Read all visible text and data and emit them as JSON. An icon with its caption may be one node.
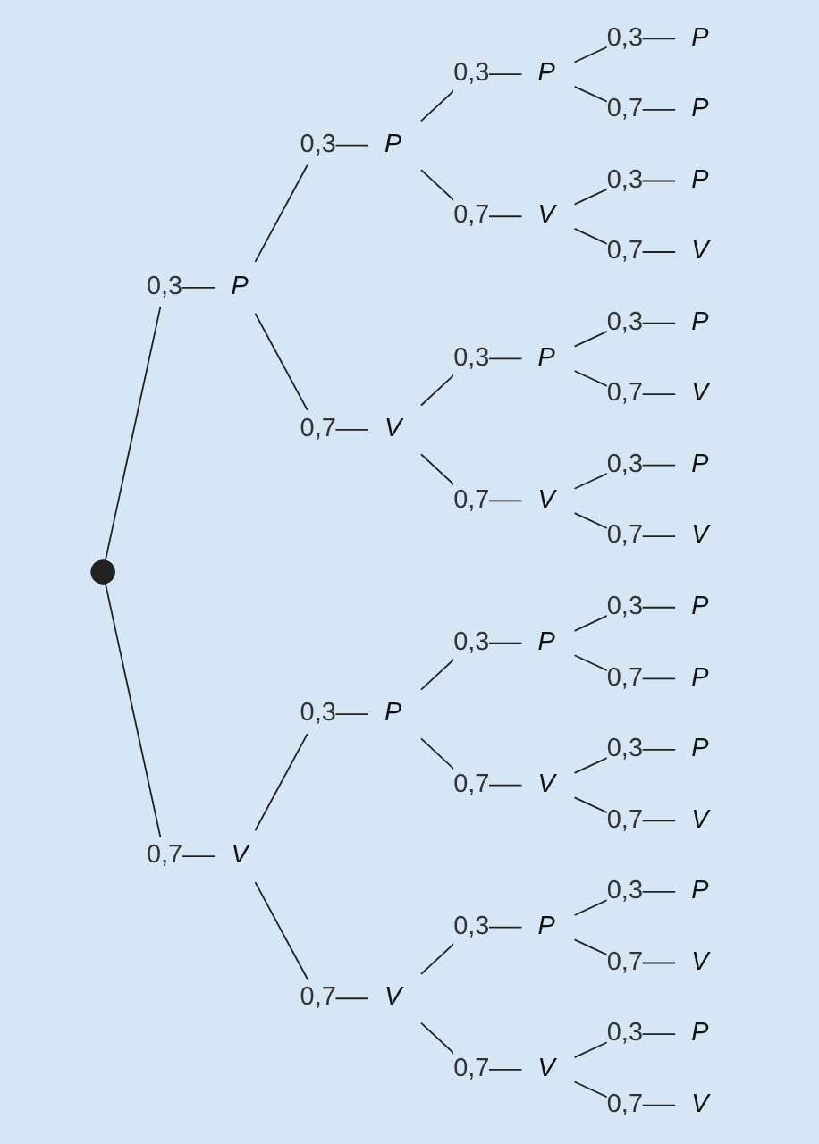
{
  "diagram": {
    "nodes": [
      {
        "text": [],
        "shape": "point"
      },
      {
        "text": [
          "P"
        ]
      },
      {
        "text": [
          "P"
        ]
      },
      {
        "text": [
          "P"
        ]
      },
      {
        "text": [
          "P"
        ]
      },
      {
        "text": [
          "P"
        ]
      },
      {
        "text": [
          "V"
        ]
      },
      {
        "text": [
          "P"
        ]
      },
      {
        "text": [
          "V"
        ]
      },
      {
        "text": [
          "V"
        ]
      },
      {
        "text": [
          "P"
        ]
      },
      {
        "text": [
          "P"
        ]
      },
      {
        "text": [
          "V"
        ]
      },
      {
        "text": [
          "V"
        ]
      },
      {
        "text": [
          "P"
        ]
      },
      {
        "text": [
          "V"
        ]
      },
      {
        "text": [
          "V"
        ]
      },
      {
        "text": [
          "P"
        ]
      },
      {
        "text": [
          "P"
        ]
      },
      {
        "text": [
          "P"
        ]
      },
      {
        "text": [
          "P"
        ]
      },
      {
        "text": [
          "V"
        ]
      },
      {
        "text": [
          "P"
        ]
      },
      {
        "text": [
          "V"
        ]
      },
      {
        "text": [
          "V"
        ]
      },
      {
        "text": [
          "P"
        ]
      },
      {
        "text": [
          "P"
        ]
      },
      {
        "text": [
          "V"
        ]
      },
      {
        "text": [
          "V"
        ]
      },
      {
        "text": [
          "P"
        ]
      },
      {
        "text": [
          "V"
        ]
      }
    ],
    "edges": [
      {
        "from": 0,
        "to": 1,
        "arrow": "none",
        "label": "0,3"
      },
      {
        "from": 0,
        "to": 16,
        "arrow": "none",
        "label": "0,7"
      },
      {
        "from": 1,
        "to": 2,
        "arrow": "none",
        "label": "0,3"
      },
      {
        "from": 1,
        "to": 9,
        "arrow": "none",
        "label": "0,7"
      },
      {
        "from": 2,
        "to": 3,
        "arrow": "none",
        "label": "0,3"
      },
      {
        "from": 2,
        "to": 6,
        "arrow": "none",
        "label": "0,7"
      },
      {
        "from": 3,
        "to": 4,
        "arrow": "none",
        "label": "0,3"
      },
      {
        "from": 3,
        "to": 5,
        "arrow": "none",
        "label": "0,7"
      },
      {
        "from": 6,
        "to": 7,
        "arrow": "none",
        "label": "0,3"
      },
      {
        "from": 6,
        "to": 8,
        "arrow": "none",
        "label": "0,7"
      },
      {
        "from": 9,
        "to": 10,
        "arrow": "none",
        "label": "0,3"
      },
      {
        "from": 9,
        "to": 13,
        "arrow": "none",
        "label": "0,7"
      },
      {
        "from": 10,
        "to": 11,
        "arrow": "none",
        "label": "0,3"
      },
      {
        "from": 10,
        "to": 12,
        "arrow": "none",
        "label": "0,7"
      },
      {
        "from": 13,
        "to": 14,
        "arrow": "none",
        "label": "0,3"
      },
      {
        "from": 13,
        "to": 15,
        "arrow": "none",
        "label": "0,7"
      },
      {
        "from": 16,
        "to": 17,
        "arrow": "none",
        "label": "0,3"
      },
      {
        "from": 16,
        "to": 24,
        "arrow": "none",
        "label": "0,7"
      },
      {
        "from": 17,
        "to": 18,
        "arrow": "none",
        "label": "0,3"
      },
      {
        "from": 17,
        "to": 21,
        "arrow": "none",
        "label": "0,7"
      },
      {
        "from": 18,
        "to": 19,
        "arrow": "none",
        "label": "0,3"
      },
      {
        "from": 18,
        "to": 20,
        "arrow": "none",
        "label": "0,7"
      },
      {
        "from": 21,
        "to": 22,
        "arrow": "none",
        "label": "0,3"
      },
      {
        "from": 21,
        "to": 23,
        "arrow": "none",
        "label": "0,7"
      },
      {
        "from": 24,
        "to": 25,
        "arrow": "none",
        "label": "0,3"
      },
      {
        "from": 24,
        "to": 28,
        "arrow": "none",
        "label": "0,7"
      },
      {
        "from": 25,
        "to": 26,
        "arrow": "none",
        "label": "0,3"
      },
      {
        "from": 25,
        "to": 27,
        "arrow": "none",
        "label": "0,7"
      },
      {
        "from": 28,
        "to": 29,
        "arrow": "none",
        "label": "0,3"
      },
      {
        "from": 28,
        "to": 30,
        "arrow": "none",
        "label": "0,7"
      }
    ]
  }
}
